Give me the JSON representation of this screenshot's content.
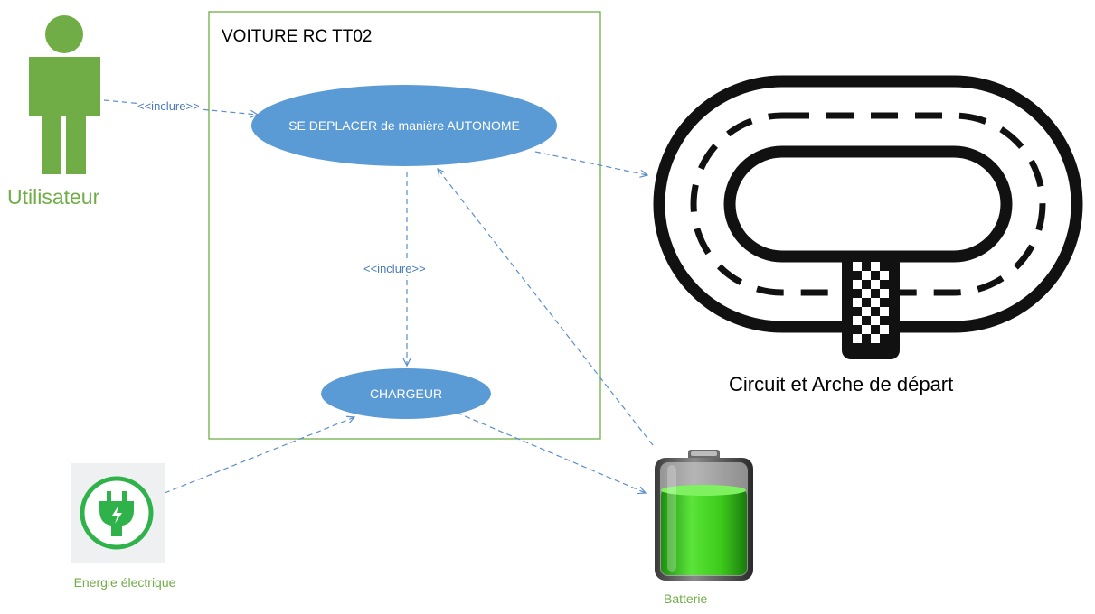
{
  "system": {
    "title": "VOITURE RC TT02"
  },
  "use_cases": {
    "move_autonomous": "SE DEPLACER de manière AUTONOME",
    "charger": "CHARGEUR"
  },
  "actors": {
    "user": "Utilisateur",
    "energy": "Energie électrique",
    "battery": "Batterie",
    "circuit": "Circuit et Arche de départ"
  },
  "relations": {
    "include_user_move": "<<inclure>>",
    "include_move_charger": "<<inclure>>"
  },
  "colors": {
    "use_case_fill": "#5B9BD5",
    "boundary": "#70AD47",
    "actor": "#70AD47",
    "arrow": "#5B8FC9",
    "battery_charge": "#3CCB1A"
  },
  "icons": {
    "user": "person-icon",
    "energy": "power-plug-icon",
    "battery": "battery-icon",
    "circuit": "race-track-icon"
  }
}
